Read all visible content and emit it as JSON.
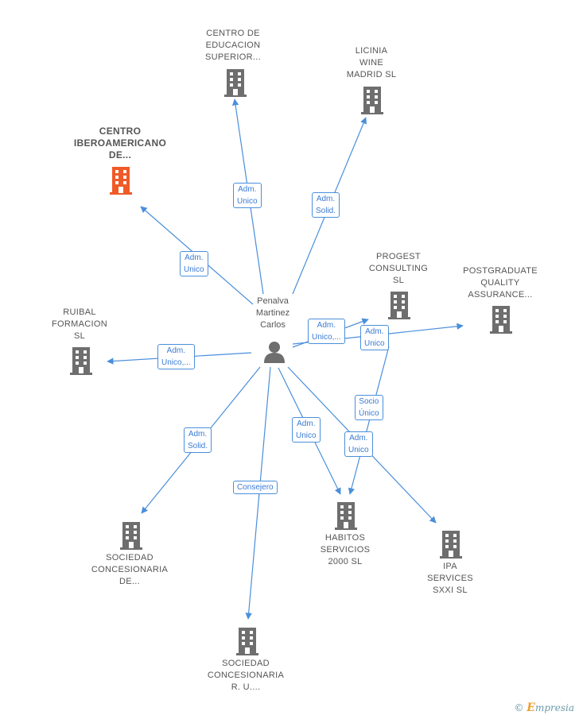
{
  "center": {
    "name": "Penalva\nMartinez\nCarlos"
  },
  "companies": [
    {
      "id": "centro_educacion",
      "name": "CENTRO DE\nEDUCACION\nSUPERIOR...",
      "highlight": false
    },
    {
      "id": "licinia",
      "name": "LICINIA\nWINE\nMADRID  SL",
      "highlight": false
    },
    {
      "id": "centro_ibero",
      "name": "CENTRO\nIBEROAMERICANO\nDE...",
      "highlight": true
    },
    {
      "id": "progest",
      "name": "PROGEST\nCONSULTING\nSL",
      "highlight": false
    },
    {
      "id": "postgraduate",
      "name": "POSTGRADUATE\nQUALITY\nASSURANCE...",
      "highlight": false
    },
    {
      "id": "ruibal",
      "name": "RUIBAL\nFORMACION\nSL",
      "highlight": false
    },
    {
      "id": "soc_conc_de",
      "name": "SOCIEDAD\nCONCESIONARIA\nDE...",
      "highlight": false
    },
    {
      "id": "habitos",
      "name": "HABITOS\nSERVICIOS\n2000  SL",
      "highlight": false
    },
    {
      "id": "ipa",
      "name": "IPA\nSERVICES\nSXXI  SL",
      "highlight": false
    },
    {
      "id": "soc_conc_ru",
      "name": "SOCIEDAD\nCONCESIONARIA\nR.  U....",
      "highlight": false
    }
  ],
  "relations": [
    {
      "id": "r1",
      "label": "Adm.\nUnico"
    },
    {
      "id": "r2",
      "label": "Adm.\nSolid."
    },
    {
      "id": "r3",
      "label": "Adm.\nUnico"
    },
    {
      "id": "r4",
      "label": "Adm.\nUnico,..."
    },
    {
      "id": "r5",
      "label": "Adm.\nUnico"
    },
    {
      "id": "r6",
      "label": "Adm.\nUnico,..."
    },
    {
      "id": "r7",
      "label": "Socio\nÚnico"
    },
    {
      "id": "r8",
      "label": "Adm.\nSolid."
    },
    {
      "id": "r9",
      "label": "Adm.\nUnico"
    },
    {
      "id": "r10",
      "label": "Adm.\nUnico"
    },
    {
      "id": "r11",
      "label": "Consejero"
    }
  ],
  "colors": {
    "edge": "#4a8fdb",
    "building": "#6e6e6e",
    "highlight": "#f05a28",
    "person": "#6e6e6e"
  },
  "icons": {
    "company": "building-icon",
    "person": "person-icon"
  },
  "brand": {
    "copyright": "©",
    "initial": "E",
    "rest": "mpresia"
  }
}
